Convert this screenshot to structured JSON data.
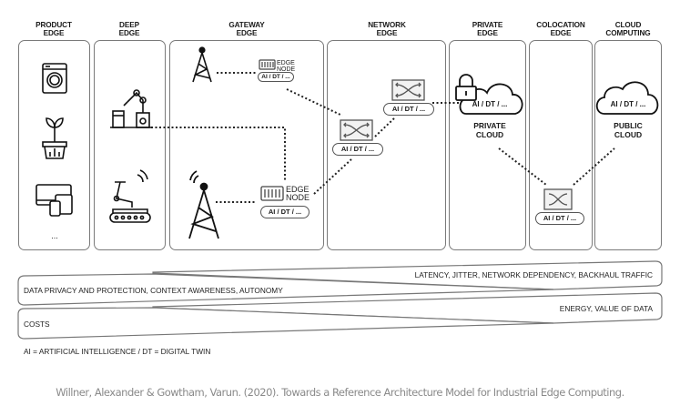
{
  "columns": [
    {
      "id": "product-edge",
      "title_line1": "PRODUCT",
      "title_line2": "EDGE"
    },
    {
      "id": "deep-edge",
      "title_line1": "DEEP",
      "title_line2": "EDGE"
    },
    {
      "id": "gateway-edge",
      "title_line1": "GATEWAY",
      "title_line2": "EDGE"
    },
    {
      "id": "network-edge",
      "title_line1": "NETWORK",
      "title_line2": "EDGE"
    },
    {
      "id": "private-edge",
      "title_line1": "PRIVATE",
      "title_line2": "EDGE"
    },
    {
      "id": "colocation-edge",
      "title_line1": "COLOCATION",
      "title_line2": "EDGE"
    },
    {
      "id": "cloud-computing",
      "title_line1": "CLOUD",
      "title_line2": "COMPUTING"
    }
  ],
  "product_edge": {
    "icons": [
      "washing-machine-icon",
      "smart-plant-icon",
      "devices-icon"
    ],
    "more": "..."
  },
  "deep_edge": {
    "icons": [
      "robot-arm-icon",
      "wireless-conveyor-robot-icon"
    ]
  },
  "gateway_edge": {
    "top_node": {
      "label_line1": "EDGE",
      "label_line2": "NODE",
      "workload": "AI / DT / ..."
    },
    "bottom_node": {
      "label_line1": "EDGE",
      "label_line2": "NODE",
      "workload": "AI / DT / ..."
    }
  },
  "network_edge": {
    "switch_upper": {
      "workload": "AI / DT / ..."
    },
    "switch_lower": {
      "workload": "AI / DT / ..."
    }
  },
  "private_edge": {
    "cloud_workload": "AI / DT / ...",
    "cloud_label_line1": "PRIVATE",
    "cloud_label_line2": "CLOUD"
  },
  "colocation_edge": {
    "switch": {
      "workload": "AI / DT / ..."
    }
  },
  "cloud_computing": {
    "cloud_workload": "AI / DT / ...",
    "cloud_label_line1": "PUBLIC",
    "cloud_label_line2": "CLOUD"
  },
  "trends": [
    {
      "text": "LATENCY, JITTER, NETWORK DEPENDENCY, BACKHAUL TRAFFIC",
      "increases_toward": "cloud"
    },
    {
      "text": "DATA PRIVACY AND PROTECTION, CONTEXT AWARENESS, AUTONOMY",
      "increases_toward": "product"
    },
    {
      "text": "ENERGY, VALUE OF DATA",
      "increases_toward": "cloud"
    },
    {
      "text": "COSTS",
      "increases_toward": "product"
    }
  ],
  "legend": "AI = ARTIFICIAL INTELLIGENCE  /  DT = DIGITAL TWIN",
  "citation": "Willner, Alexander & Gowtham, Varun. (2020). Towards a Reference Architecture Model for Industrial Edge Computing."
}
